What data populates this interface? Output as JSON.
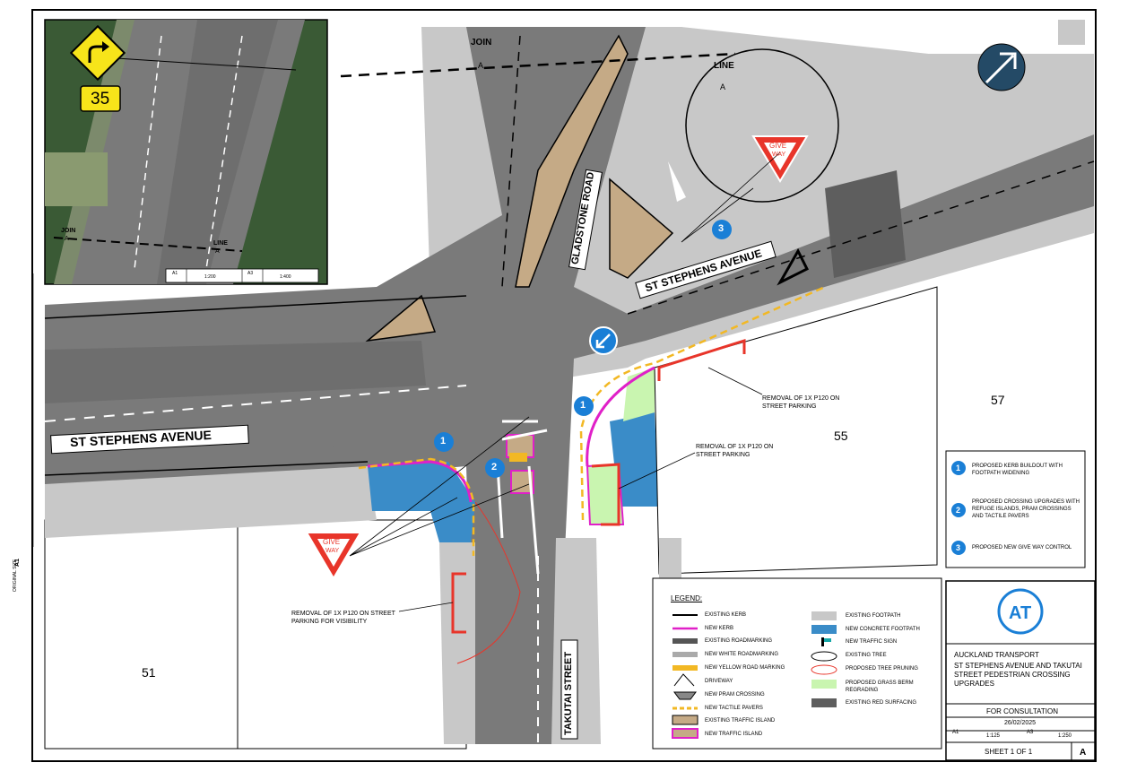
{
  "inset": {
    "speed": "35",
    "join_label": "JOIN",
    "join_sub": "A",
    "line_label": "LINE",
    "line_sub": "A",
    "scale_a1": "A1",
    "scale_a1_value": "1:200",
    "scale_a3": "A3",
    "scale_a3_value": "1:400"
  },
  "map": {
    "join_label": "JOIN",
    "join_sub": "A",
    "line_label": "LINE",
    "line_sub": "A",
    "gladstone": "GLADSTONE ROAD",
    "st_stephens_upper": "ST STEPHENS AVENUE",
    "st_stephens_lower": "ST STEPHENS AVENUE",
    "takutai": "TAKUTAI STREET",
    "give_way_1": "GIVE",
    "give_way_2": "WAY",
    "give_way_left_1": "GIVE",
    "give_way_left_2": "WAY",
    "lot_57": "57",
    "lot_55": "55",
    "lot_51": "51",
    "marker_1a": "1",
    "marker_1b": "1",
    "marker_2": "2",
    "marker_3": "3",
    "note_removal_upper": "REMOVAL OF 1x P120 ON STREET PARKING",
    "note_removal_mid": "REMOVAL OF 1x P120 ON STREET PARKING",
    "note_removal_left": "REMOVAL OF 1x P120 ON STREET PARKING FOR VISIBILITY"
  },
  "key_notes": [
    {
      "num": "1",
      "text": "PROPOSED KERB BUILDOUT WITH FOOTPATH WIDENING"
    },
    {
      "num": "2",
      "text": "PROPOSED CROSSING UPGRADES WITH REFUGE ISLANDS, PRAM CROSSINGS AND TACTILE PAVERS"
    },
    {
      "num": "3",
      "text": "PROPOSED NEW GIVE WAY CONTROL"
    }
  ],
  "legend": {
    "title": "LEGEND:",
    "left": [
      "EXISTING KERB",
      "NEW KERB",
      "EXISTING ROADMARKING",
      "NEW WHITE ROADMARKING",
      "NEW YELLOW ROAD MARKING",
      "DRIVEWAY",
      "NEW PRAM CROSSING",
      "NEW TACTILE PAVERS",
      "EXISTING TRAFFIC ISLAND",
      "NEW TRAFFIC ISLAND"
    ],
    "right": [
      "EXISTING FOOTPATH",
      "NEW CONCRETE FOOTPATH",
      "NEW TRAFFIC SIGN",
      "EXISTING TREE",
      "PROPOSED TREE PRUNING",
      "PROPOSED GRASS BERM REGRADING",
      "EXISTING RED SURFACING"
    ]
  },
  "title_block": {
    "org": "AUCKLAND TRANSPORT",
    "project": "ST STEPHENS AVENUE AND TAKUTAI STREET PEDESTRIAN CROSSING UPGRADES",
    "status": "FOR CONSULTATION",
    "date": "26/02/2025",
    "a1": "A1",
    "a1_scale": "1:125",
    "a3": "A3",
    "a3_scale": "1:250",
    "sheet": "SHEET 1 OF 1",
    "rev": "A",
    "side_original": "ORIGINAL SIZE",
    "side_a1": "A1"
  },
  "colors": {
    "road": "#7a7a7a",
    "footpath": "#c8c8c8",
    "new_footpath": "#3a8cc8",
    "island": "#c5aa86",
    "grass": "#c9f5b0",
    "new_kerb": "#e020c8",
    "yellow": "#f2b824",
    "red": "#e8352a",
    "marker": "#1a7fd6"
  }
}
